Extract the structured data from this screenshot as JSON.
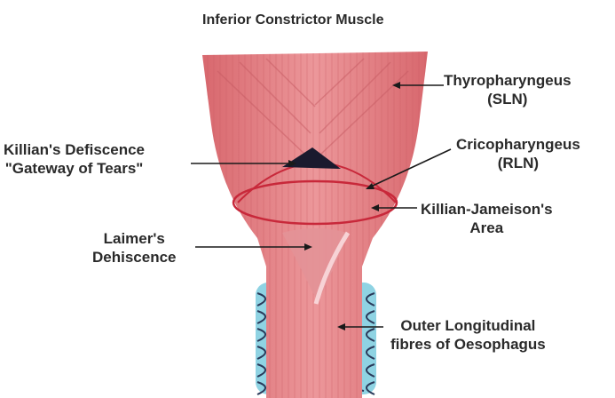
{
  "title": "Inferior Constrictor Muscle",
  "labels": {
    "thyropharyngeus": {
      "line1": "Thyropharyngeus",
      "line2": "(SLN)"
    },
    "cricopharyngeus": {
      "line1": "Cricopharyngeus",
      "line2": "(RLN)"
    },
    "killian_jameison": {
      "line1": "Killian-Jameison's",
      "line2": "Area"
    },
    "killian_dehiscence": {
      "line1": "Killian's Defiscence",
      "line2": "\"Gateway of Tears\""
    },
    "laimer": {
      "line1": "Laimer's",
      "line2": "Dehiscence"
    },
    "outer_longitudinal": {
      "line1": "Outer Longitudinal",
      "line2": "fibres of Oesophagus"
    }
  },
  "colors": {
    "muscle": "#e8878a",
    "muscle_dark": "#d46a70",
    "cartilage": "#8fd3e3",
    "outline": "#c8283a",
    "dehiscence": "#1a1a2e",
    "text": "#2a2a2a"
  }
}
